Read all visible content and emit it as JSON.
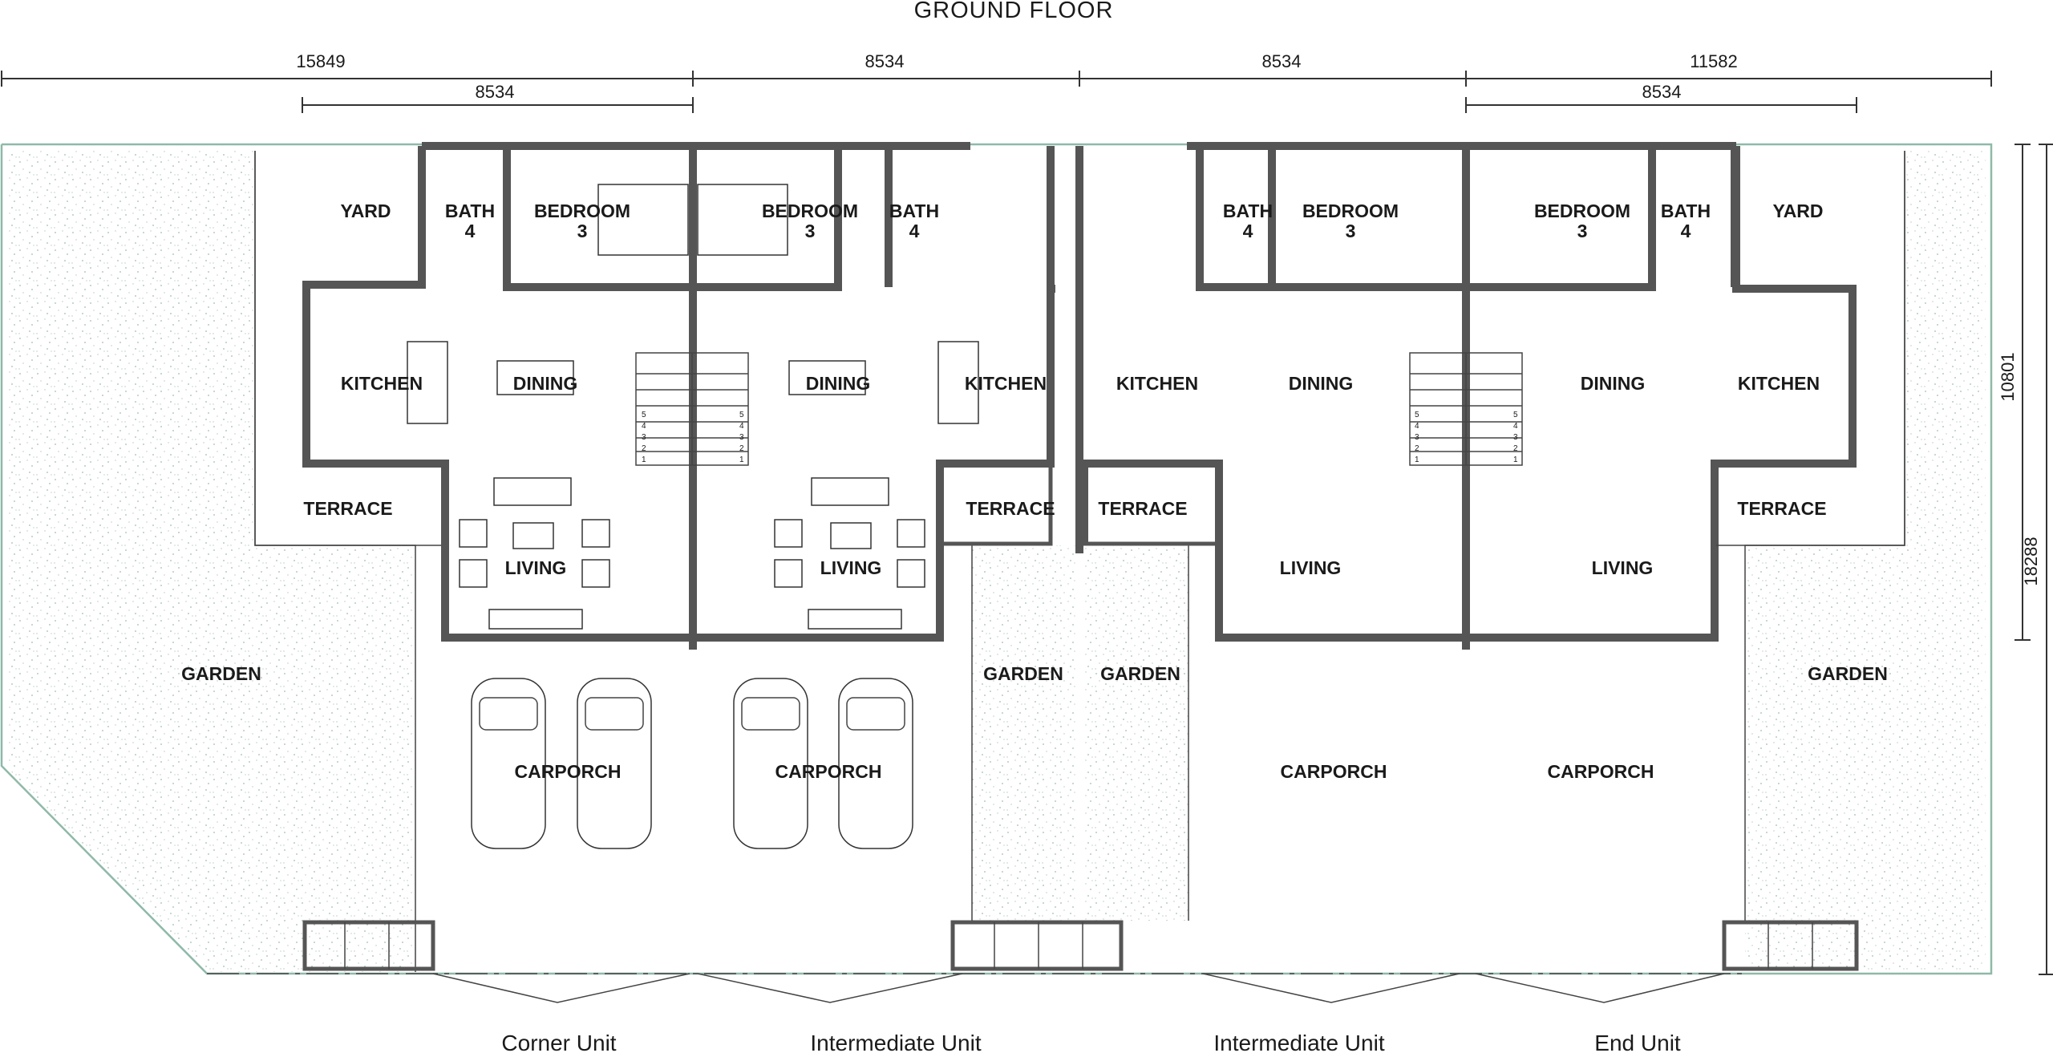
{
  "title": "GROUND FLOOR",
  "dimensions": {
    "top": [
      "15849",
      "8534",
      "8534",
      "11582"
    ],
    "second": [
      "8534",
      "8534"
    ],
    "right": [
      "10801",
      "18288"
    ]
  },
  "units": [
    "Corner Unit",
    "Intermediate Unit",
    "Intermediate Unit",
    "End Unit"
  ],
  "rooms": {
    "yard": "YARD",
    "bath": "BATH",
    "bath_no": "4",
    "bedroom": "BEDROOM",
    "bedroom_no": "3",
    "kitchen": "KITCHEN",
    "dining": "DINING",
    "terrace": "TERRACE",
    "living": "LIVING",
    "garden": "GARDEN",
    "carporch": "CARPORCH"
  },
  "stair_steps": [
    "5",
    "4",
    "3",
    "2",
    "1"
  ],
  "colors": {
    "wall": "#555555",
    "boundary": "#8fb9a8",
    "garden_speckle": "#9fbcae",
    "text": "#1a1a1a"
  }
}
